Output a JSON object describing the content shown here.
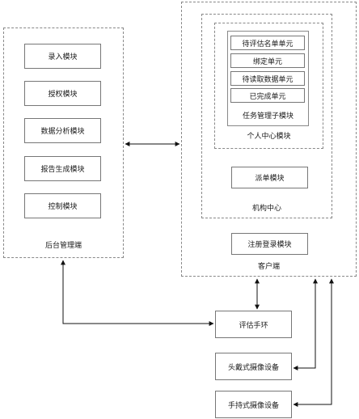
{
  "backend": {
    "label": "后台管理端",
    "modules": [
      "录入模块",
      "授权模块",
      "数据分析模块",
      "报告生成模块",
      "控制模块"
    ]
  },
  "client": {
    "label": "客户端",
    "institution": {
      "label": "机构中心",
      "personal": {
        "label": "个人中心模块",
        "task": {
          "label": "任务管理子模块",
          "units": [
            "待评估名单单元",
            "绑定单元",
            "待读取数据单元",
            "已完成单元"
          ]
        }
      },
      "dispatch": "派单模块"
    },
    "register": "注册登录模块"
  },
  "devices": [
    "评估手环",
    "头戴式摄像设备",
    "手持式摄像设备"
  ]
}
